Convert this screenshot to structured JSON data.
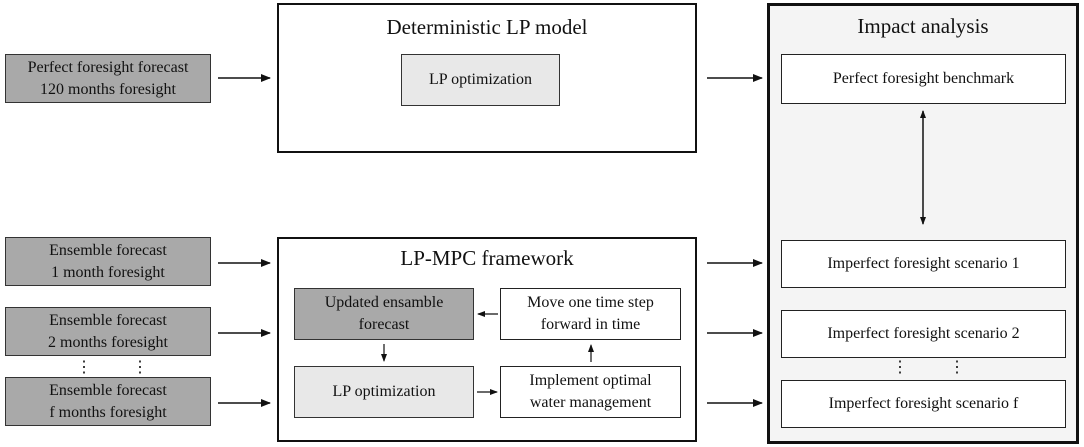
{
  "inputs": {
    "perfect": [
      "Perfect foresight forecast",
      "120 months foresight"
    ],
    "ens1": [
      "Ensemble forecast",
      "1 month foresight"
    ],
    "ens2": [
      "Ensemble forecast",
      "2 months foresight"
    ],
    "ensf": [
      "Ensemble forecast",
      "f months foresight"
    ]
  },
  "deterministic": {
    "title": "Deterministic LP model",
    "lp": "LP optimization"
  },
  "mpc": {
    "title": "LP-MPC framework",
    "updated": [
      "Updated ensamble",
      "forecast"
    ],
    "move": [
      "Move one time step",
      "forward in time"
    ],
    "lp": "LP optimization",
    "implement": [
      "Implement optimal",
      "water management"
    ]
  },
  "impact": {
    "title": "Impact analysis",
    "benchmark": "Perfect foresight benchmark",
    "s1": "Imperfect foresight scenario 1",
    "s2": "Imperfect foresight scenario 2",
    "sf": "Imperfect foresight scenario f"
  },
  "ellipsis": "⋮"
}
